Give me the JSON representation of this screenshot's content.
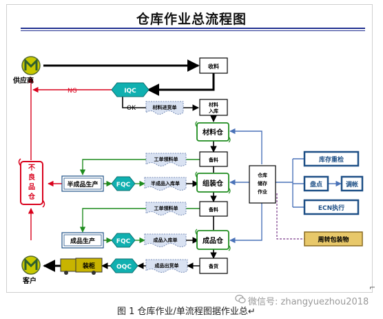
{
  "title": "仓库作业总流程图",
  "caption": "图 1 仓库作业/单流程图据作业总↵",
  "watermark": "微信号: zhangyuezhou2018",
  "nodes": {
    "supplier_label": "供应商",
    "customer_label": "客户",
    "iqc": "IQC",
    "fqc1": "FQC",
    "fqc2": "FQC",
    "oqc": "OQC",
    "receive": "收料",
    "material_in": "材料入库",
    "material_wh": "材料仓",
    "prep1": "备料",
    "assembly_wh": "组装仓",
    "prep2": "备料",
    "finished_wh": "成品仓",
    "ship_prep": "备货",
    "center": "仓库储存作业",
    "defective_wh": "不良品仓",
    "semi_prod": "半成品生产",
    "finished_prod": "成品生产",
    "truck": "装柜",
    "inv_check": "库存重检",
    "stocktake": "盘点",
    "adjust": "调帐",
    "ecn": "ECN执行",
    "turnover": "周转包装物"
  },
  "docs": {
    "material_receipt": "材料进货单",
    "work_req1": "工单领料单",
    "semi_in": "半成品入库单",
    "work_req2": "工单领料单",
    "finished_in": "成品入库单",
    "finished_out": "成品出货单"
  },
  "edge_labels": {
    "ng": "NG",
    "ok": "OK"
  },
  "colors": {
    "black_flow": "#000000",
    "red_flow": "#d9001b",
    "green_flow": "#1e8c1e",
    "blue_flow": "#4a72b8",
    "purple_flow": "#7a3a8a",
    "qc_fill": "#10b0b0",
    "person_fill": "#c8c800",
    "right_panel": "#1d4f86",
    "turnover_fill": "#e8c86a"
  }
}
